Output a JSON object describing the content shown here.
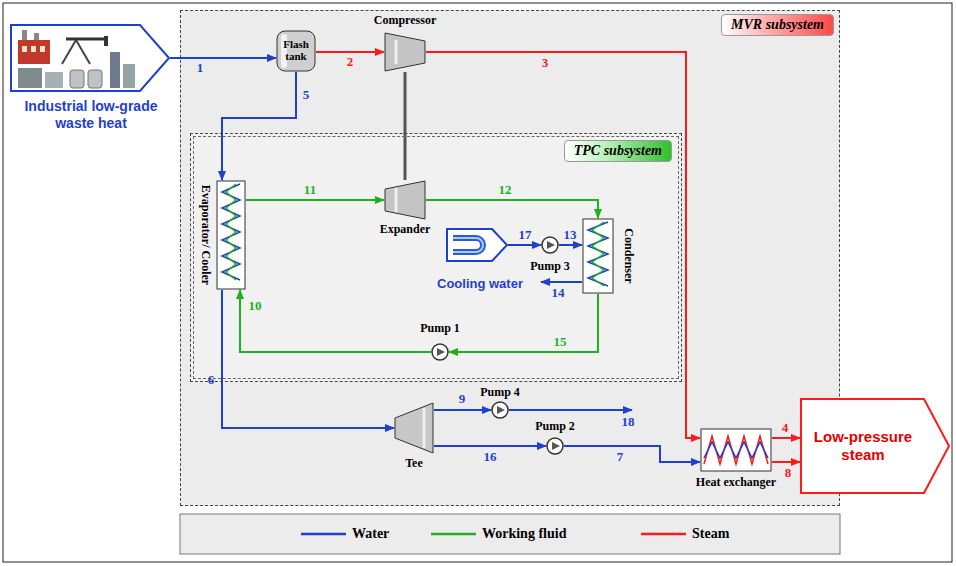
{
  "diagram": {
    "nodes": [
      {
        "text": [
          "Industrial low-grade waste heat"
        ]
      },
      {
        "text": [
          "MVR subsystem"
        ]
      },
      {
        "text": [
          "Flash tank"
        ],
        "in": 1
      },
      {
        "text": [
          "Compressor"
        ],
        "in": 1
      },
      {
        "text": [
          "TPC subsystem"
        ],
        "in": 1
      },
      {
        "text": [
          "Expander"
        ],
        "in": 4
      },
      {
        "text": [
          "Evaporator/ Cooler"
        ],
        "in": 4
      },
      {
        "text": [
          "Cooling water"
        ],
        "in": 4
      },
      {
        "text": [
          "Pump 3"
        ],
        "in": 4
      },
      {
        "text": [
          "Condenser"
        ],
        "in": 4
      },
      {
        "text": [
          "Pump 1"
        ],
        "in": 4
      },
      {
        "text": [
          "Tee"
        ],
        "in": 1
      },
      {
        "text": [
          "Pump 4"
        ],
        "in": 1
      },
      {
        "text": [
          "Pump 2"
        ],
        "in": 1
      },
      {
        "text": [
          "Heat exchanger"
        ],
        "in": 1
      },
      {
        "text": [
          "Low-pressure steam"
        ]
      }
    ],
    "edges": [
      {
        "from": 0,
        "to": 2,
        "label": "1",
        "arrow": "to"
      },
      {
        "from": 2,
        "to": 3,
        "label": "2",
        "arrow": "to"
      },
      {
        "from": 3,
        "to": 14,
        "label": "3",
        "arrow": "to"
      },
      {
        "from": 14,
        "to": 15,
        "label": "4",
        "arrow": "to"
      },
      {
        "from": 2,
        "to": 6,
        "label": "5",
        "arrow": "to"
      },
      {
        "from": 6,
        "to": 11,
        "label": "6",
        "arrow": "to"
      },
      {
        "from": 13,
        "to": 14,
        "label": "7",
        "arrow": "to"
      },
      {
        "from": 14,
        "to": 15,
        "label": "8",
        "arrow": "to"
      },
      {
        "from": 11,
        "to": 12,
        "label": "9",
        "arrow": "to"
      },
      {
        "from": 10,
        "to": 6,
        "label": "10",
        "arrow": "to"
      },
      {
        "from": 6,
        "to": 5,
        "label": "11",
        "arrow": "to"
      },
      {
        "from": 5,
        "to": 9,
        "label": "12",
        "arrow": "to"
      },
      {
        "from": 8,
        "to": 9,
        "label": "13",
        "arrow": "to"
      },
      {
        "from": 9,
        "to": 10,
        "label": "15",
        "arrow": "to"
      },
      {
        "from": 11,
        "to": 13,
        "label": "16",
        "arrow": "to"
      },
      {
        "from": 7,
        "to": 8,
        "label": "17",
        "arrow": "to"
      },
      {
        "from": 3,
        "to": 5,
        "arrow": "none"
      }
    ],
    "labels": [
      "14",
      "18"
    ],
    "legend": [
      {
        "text": "Water"
      },
      {
        "text": "Working fluid"
      },
      {
        "text": "Steam"
      }
    ]
  }
}
